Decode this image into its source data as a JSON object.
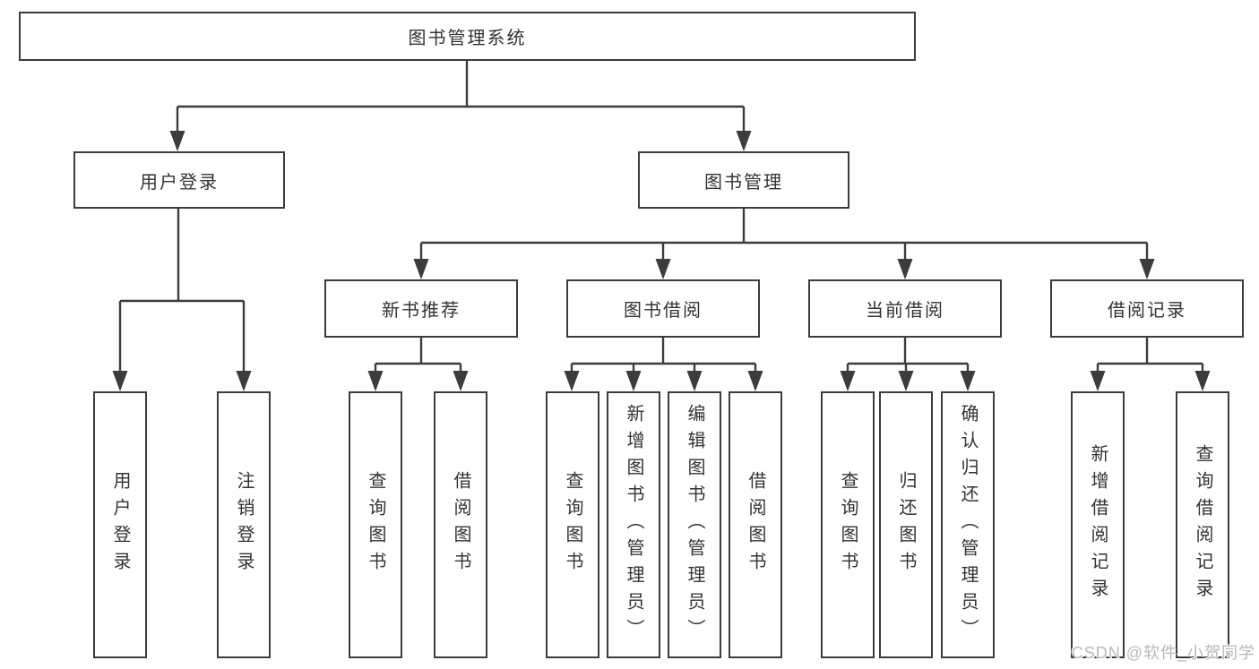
{
  "diagram": {
    "title": "图书管理系统",
    "level2": [
      "用户登录",
      "图书管理"
    ],
    "level3": [
      "新书推荐",
      "图书借阅",
      "当前借阅",
      "借阅记录"
    ],
    "leaves": {
      "user_login": [
        "用户登录",
        "注销登录"
      ],
      "new_book": [
        "查询图书",
        "借阅图书"
      ],
      "book_borrow": [
        "查询图书",
        "新增图书（管理员）",
        "编辑图书（管理员）",
        "借阅图书"
      ],
      "current_borrow": [
        "查询图书",
        "归还图书",
        "确认归还（管理员）"
      ],
      "borrow_record": [
        "新增借阅记录",
        "查询借阅记录"
      ]
    },
    "colors": {
      "line": "#3c3c3c",
      "text": "#333333",
      "watermark": "#b8b8b8"
    },
    "watermark": "CSDN @软件_小贺同学"
  }
}
